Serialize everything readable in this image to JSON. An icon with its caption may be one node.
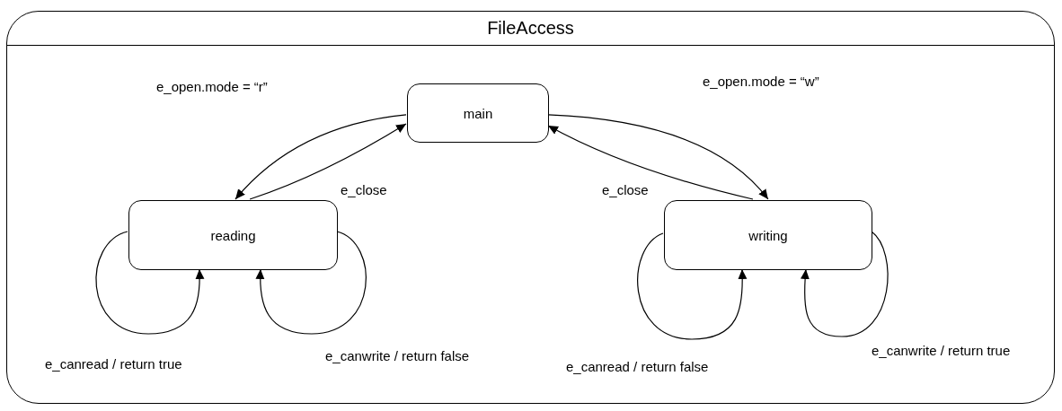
{
  "diagram": {
    "nodes": [
      {
        "text": [
          "FileAccess"
        ]
      },
      {
        "text": [
          "main"
        ],
        "in": 0
      },
      {
        "text": [
          "reading"
        ],
        "in": 0
      },
      {
        "text": [
          "writing"
        ],
        "in": 0
      }
    ],
    "edges": [
      {
        "from": 1,
        "to": 2,
        "arrow": "to",
        "label": "e_open.mode = “r”"
      },
      {
        "from": 2,
        "to": 1,
        "arrow": "to",
        "label": "e_close"
      },
      {
        "from": 1,
        "to": 3,
        "arrow": "to",
        "label": "e_open.mode = “w”"
      },
      {
        "from": 3,
        "to": 1,
        "arrow": "to",
        "label": "e_close"
      },
      {
        "from": 2,
        "to": 2,
        "arrow": "to",
        "label": "e_canread / return true"
      },
      {
        "from": 2,
        "to": 2,
        "arrow": "to",
        "label": "e_canwrite / return false"
      },
      {
        "from": 3,
        "to": 3,
        "arrow": "to",
        "label": "e_canread / return false"
      },
      {
        "from": 3,
        "to": 3,
        "arrow": "to",
        "label": "e_canwrite / return true"
      }
    ]
  }
}
